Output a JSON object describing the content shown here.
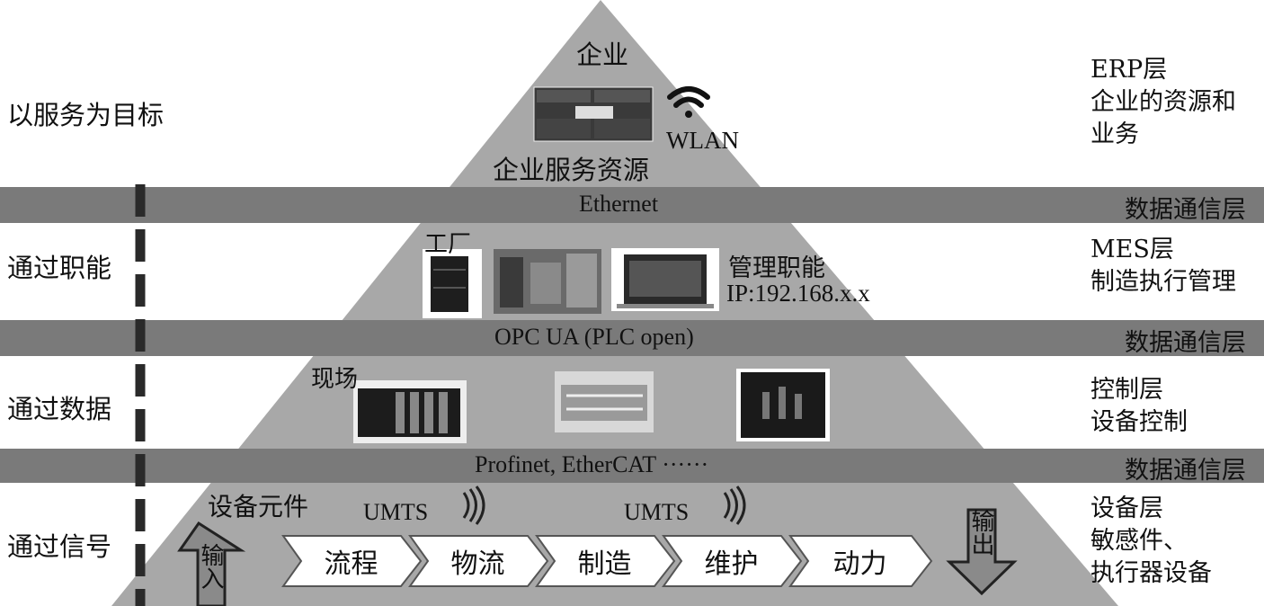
{
  "left_labels": [
    "以服务为目标",
    "通过职能",
    "通过数据",
    "通过信号"
  ],
  "right_labels": {
    "erp": [
      "ERP层",
      "企业的资源和",
      "业务"
    ],
    "mes": [
      "MES层",
      "制造执行管理"
    ],
    "control": [
      "控制层",
      "设备控制"
    ],
    "device": [
      "设备层",
      "敏感件、",
      "执行器设备"
    ]
  },
  "bands": [
    {
      "center": "Ethernet",
      "right": "数据通信层"
    },
    {
      "center": "OPC UA (PLC open)",
      "right": "数据通信层"
    },
    {
      "center": "Profinet, EtherCAT ······",
      "right": "数据通信层"
    }
  ],
  "top": {
    "title": "企业",
    "caption": "企业服务资源",
    "wlan": "WLAN"
  },
  "mes_level": {
    "factory": "工厂",
    "function": "管理职能",
    "ip": "IP:192.168.x.x"
  },
  "control_level": {
    "site": "现场"
  },
  "device_level": {
    "title": "设备元件",
    "umts_1": "UMTS",
    "umts_2": "UMTS",
    "input_label": "输入",
    "output_label": "输出",
    "chevrons": [
      "流程",
      "物流",
      "制造",
      "维护",
      "动力"
    ]
  },
  "colors": {
    "pyramid": "#a8a8a8",
    "band": "#7a7a7a",
    "dark": "#2a2a2a"
  }
}
